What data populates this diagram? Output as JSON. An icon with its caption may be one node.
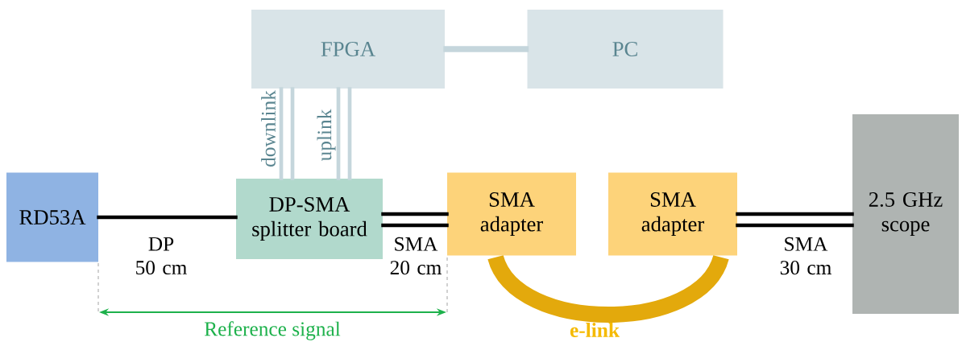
{
  "diagram": {
    "nodes": [
      {
        "text": [
          "FPGA"
        ]
      },
      {
        "text": [
          "PC"
        ]
      },
      {
        "text": [
          "RD53A"
        ]
      },
      {
        "text": [
          "DP-SMA splitter board"
        ]
      },
      {
        "text": [
          "SMA adapter"
        ]
      },
      {
        "text": [
          "SMA adapter"
        ]
      },
      {
        "text": [
          "2.5 GHz scope"
        ]
      }
    ],
    "edges": [
      {
        "from": 0,
        "to": 1,
        "arrow": "none",
        "color": "#c5d6dc"
      },
      {
        "from": 0,
        "to": 3,
        "arrow": "none",
        "label": "downlink",
        "color": "#c5d6dc"
      },
      {
        "from": 0,
        "to": 3,
        "arrow": "none",
        "label": "uplink",
        "color": "#c5d6dc"
      },
      {
        "from": 2,
        "to": 3,
        "arrow": "none",
        "label": "DP 50 cm",
        "color": "#000000"
      },
      {
        "from": 3,
        "to": 4,
        "arrow": "none",
        "label": "SMA 20 cm",
        "color": "#000000"
      },
      {
        "from": 4,
        "to": 5,
        "arrow": "none",
        "label": "e-link",
        "style": "thick",
        "color": "#e3a90c"
      },
      {
        "from": 5,
        "to": 6,
        "arrow": "none",
        "label": "SMA 30 cm",
        "color": "#000000"
      }
    ],
    "labels": [
      "Reference signal"
    ]
  }
}
